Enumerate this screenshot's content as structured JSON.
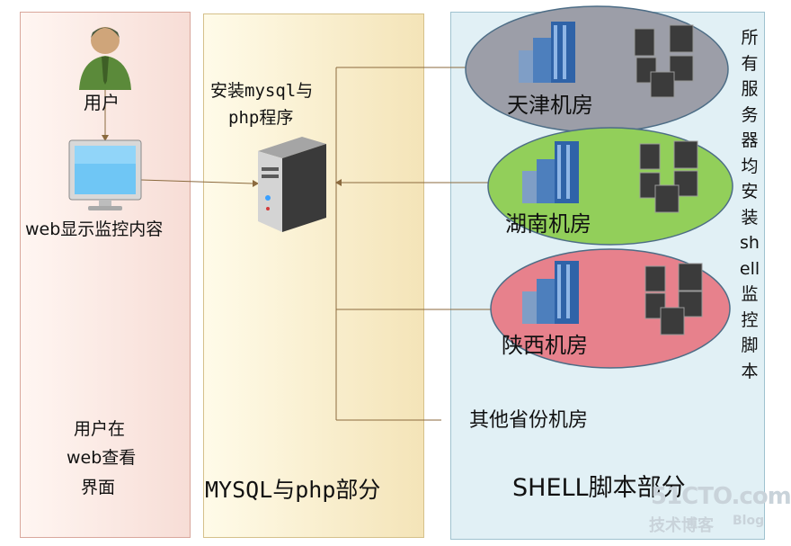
{
  "user_panel": {
    "user_label": "用户",
    "monitor_label": "web显示监控内容",
    "note_line1": "用户在",
    "note_line2": "web查看",
    "note_line3": "界面"
  },
  "mysql_panel": {
    "install_line1": "安装mysql与",
    "install_line2": "php程序",
    "footer": "MYSQL与php部分"
  },
  "shell_panel": {
    "rooms": [
      {
        "name": "天津机房",
        "color": "#9c9ea8"
      },
      {
        "name": "湖南机房",
        "color": "#92cf5a"
      },
      {
        "name": "陕西机房",
        "color": "#e7818c"
      }
    ],
    "other_rooms": "其他省份机房",
    "side_note": "所有服务器均安装shell监控脚本",
    "footer": "SHELL脚本部分"
  },
  "watermark": {
    "site": "51CTO.com",
    "blog_cn": "技术博客",
    "blog_en": "Blog"
  }
}
